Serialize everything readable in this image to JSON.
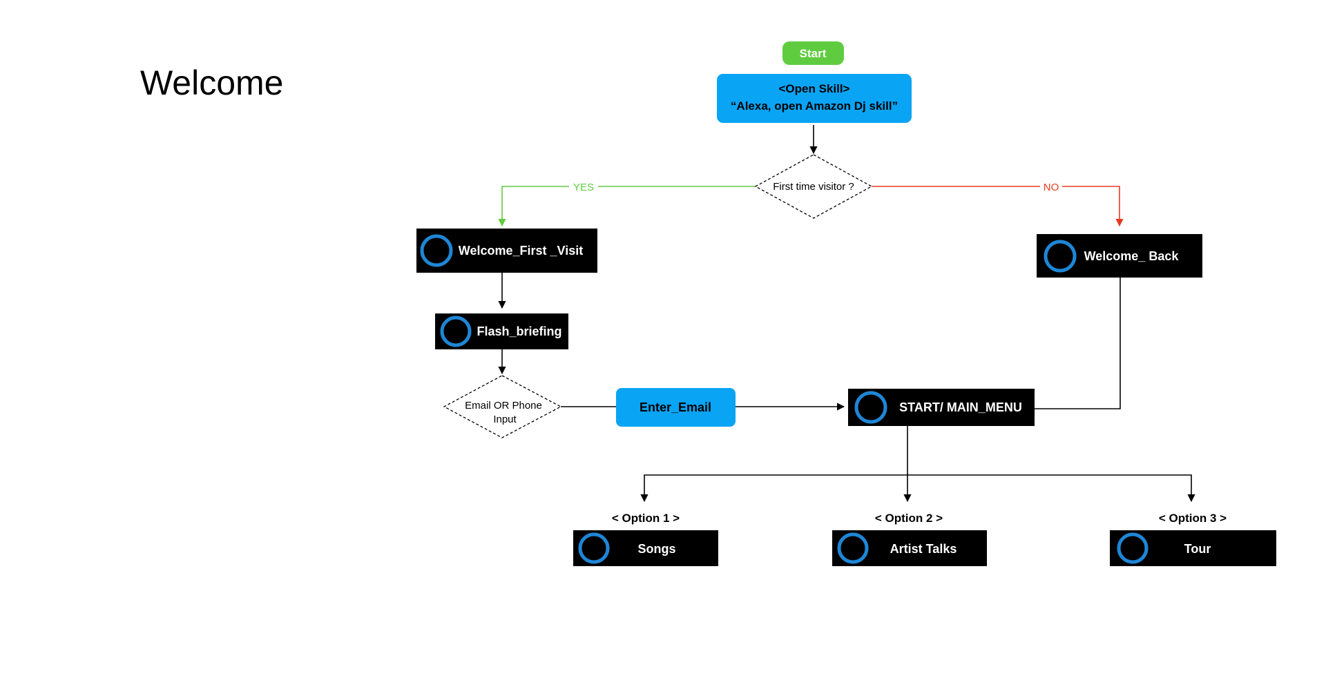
{
  "page": {
    "title": "Welcome"
  },
  "colors": {
    "start": "#5fcc3f",
    "blue": "#0aa4f5",
    "yes": "#5fcc3f",
    "no": "#e63a1f",
    "dark_node": "#000000",
    "ring": "#1e86d6"
  },
  "icons": {
    "node_icon": "alexa-ring-icon"
  },
  "diagram": {
    "start": {
      "label": "Start"
    },
    "open_skill": {
      "line1": "<Open Skill>",
      "line2": "“Alexa, open Amazon Dj skill”"
    },
    "first_time": {
      "label": "First time visitor ?"
    },
    "yes_label": "YES",
    "no_label": "NO",
    "welcome_first": {
      "label": "Welcome_First _Visit"
    },
    "welcome_back": {
      "label": "Welcome_ Back"
    },
    "flash": {
      "label": "Flash_briefing"
    },
    "email_phone": {
      "line1": "Email OR Phone",
      "line2": "Input"
    },
    "enter_email": {
      "label": "Enter_Email"
    },
    "main_menu": {
      "label": "START/ MAIN_MENU"
    },
    "options": [
      {
        "tag": "< Option 1 >",
        "label": "Songs"
      },
      {
        "tag": "< Option 2 >",
        "label": "Artist Talks"
      },
      {
        "tag": "< Option 3 >",
        "label": "Tour"
      }
    ]
  }
}
